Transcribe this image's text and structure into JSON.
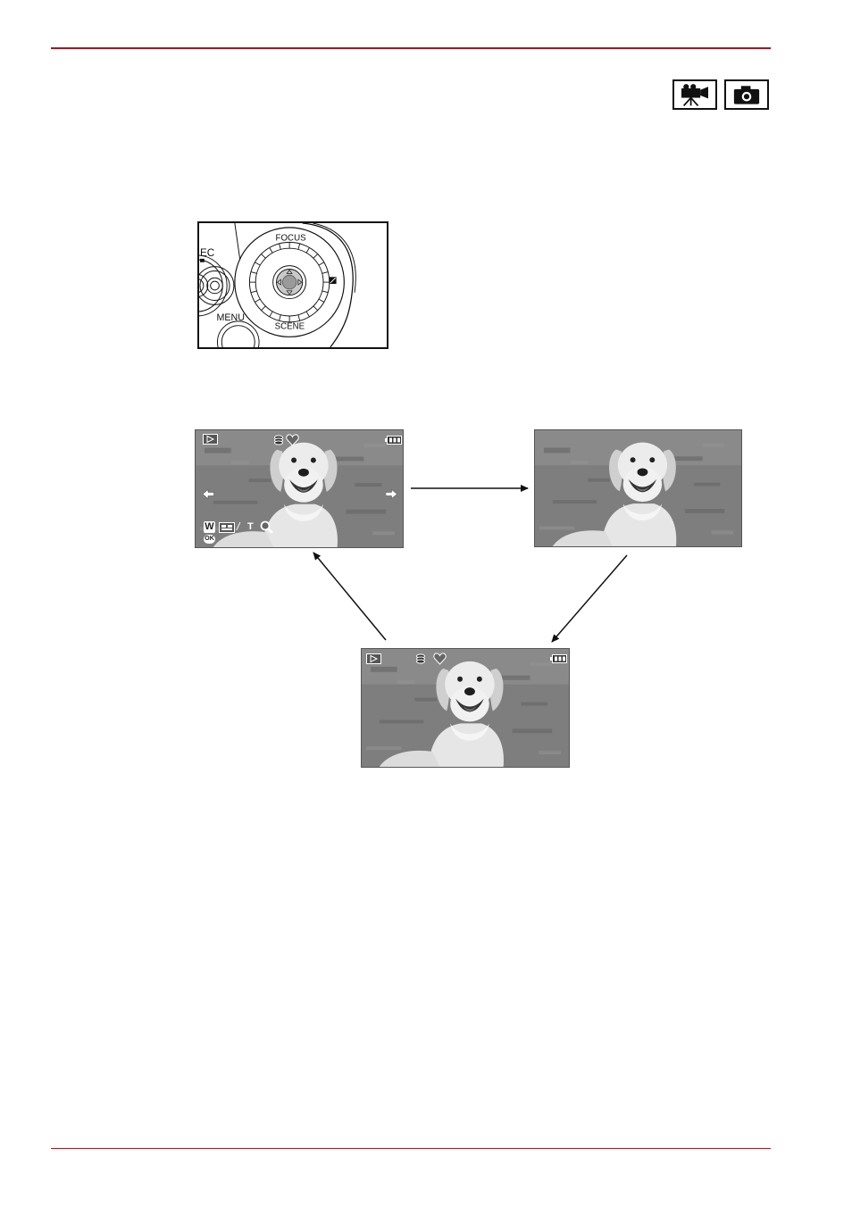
{
  "header": {
    "rule_color": "#9a1c24"
  },
  "mode_icons": [
    {
      "name": "movie-mode-icon"
    },
    {
      "name": "still-photo-mode-icon"
    }
  ],
  "control_dial": {
    "partial_label_left": "EC",
    "focus_label": "FOCUS",
    "scene_label": "SCENE",
    "menu_label": "MENU"
  },
  "screens": {
    "screen_a": {
      "osd": {
        "playback_icon": "playback-icon",
        "zoom_wide_label": "W",
        "zoom_tele_label": "T",
        "separator": "/",
        "ok_label": "OK"
      }
    },
    "screen_b": {
      "osd": "none"
    },
    "screen_c": {
      "osd": {
        "playback_icon": "playback-icon"
      }
    }
  },
  "flow": [
    {
      "from": "screen_a",
      "to": "screen_b"
    },
    {
      "from": "screen_b",
      "to": "screen_c"
    },
    {
      "from": "screen_c",
      "to": "screen_a"
    }
  ]
}
